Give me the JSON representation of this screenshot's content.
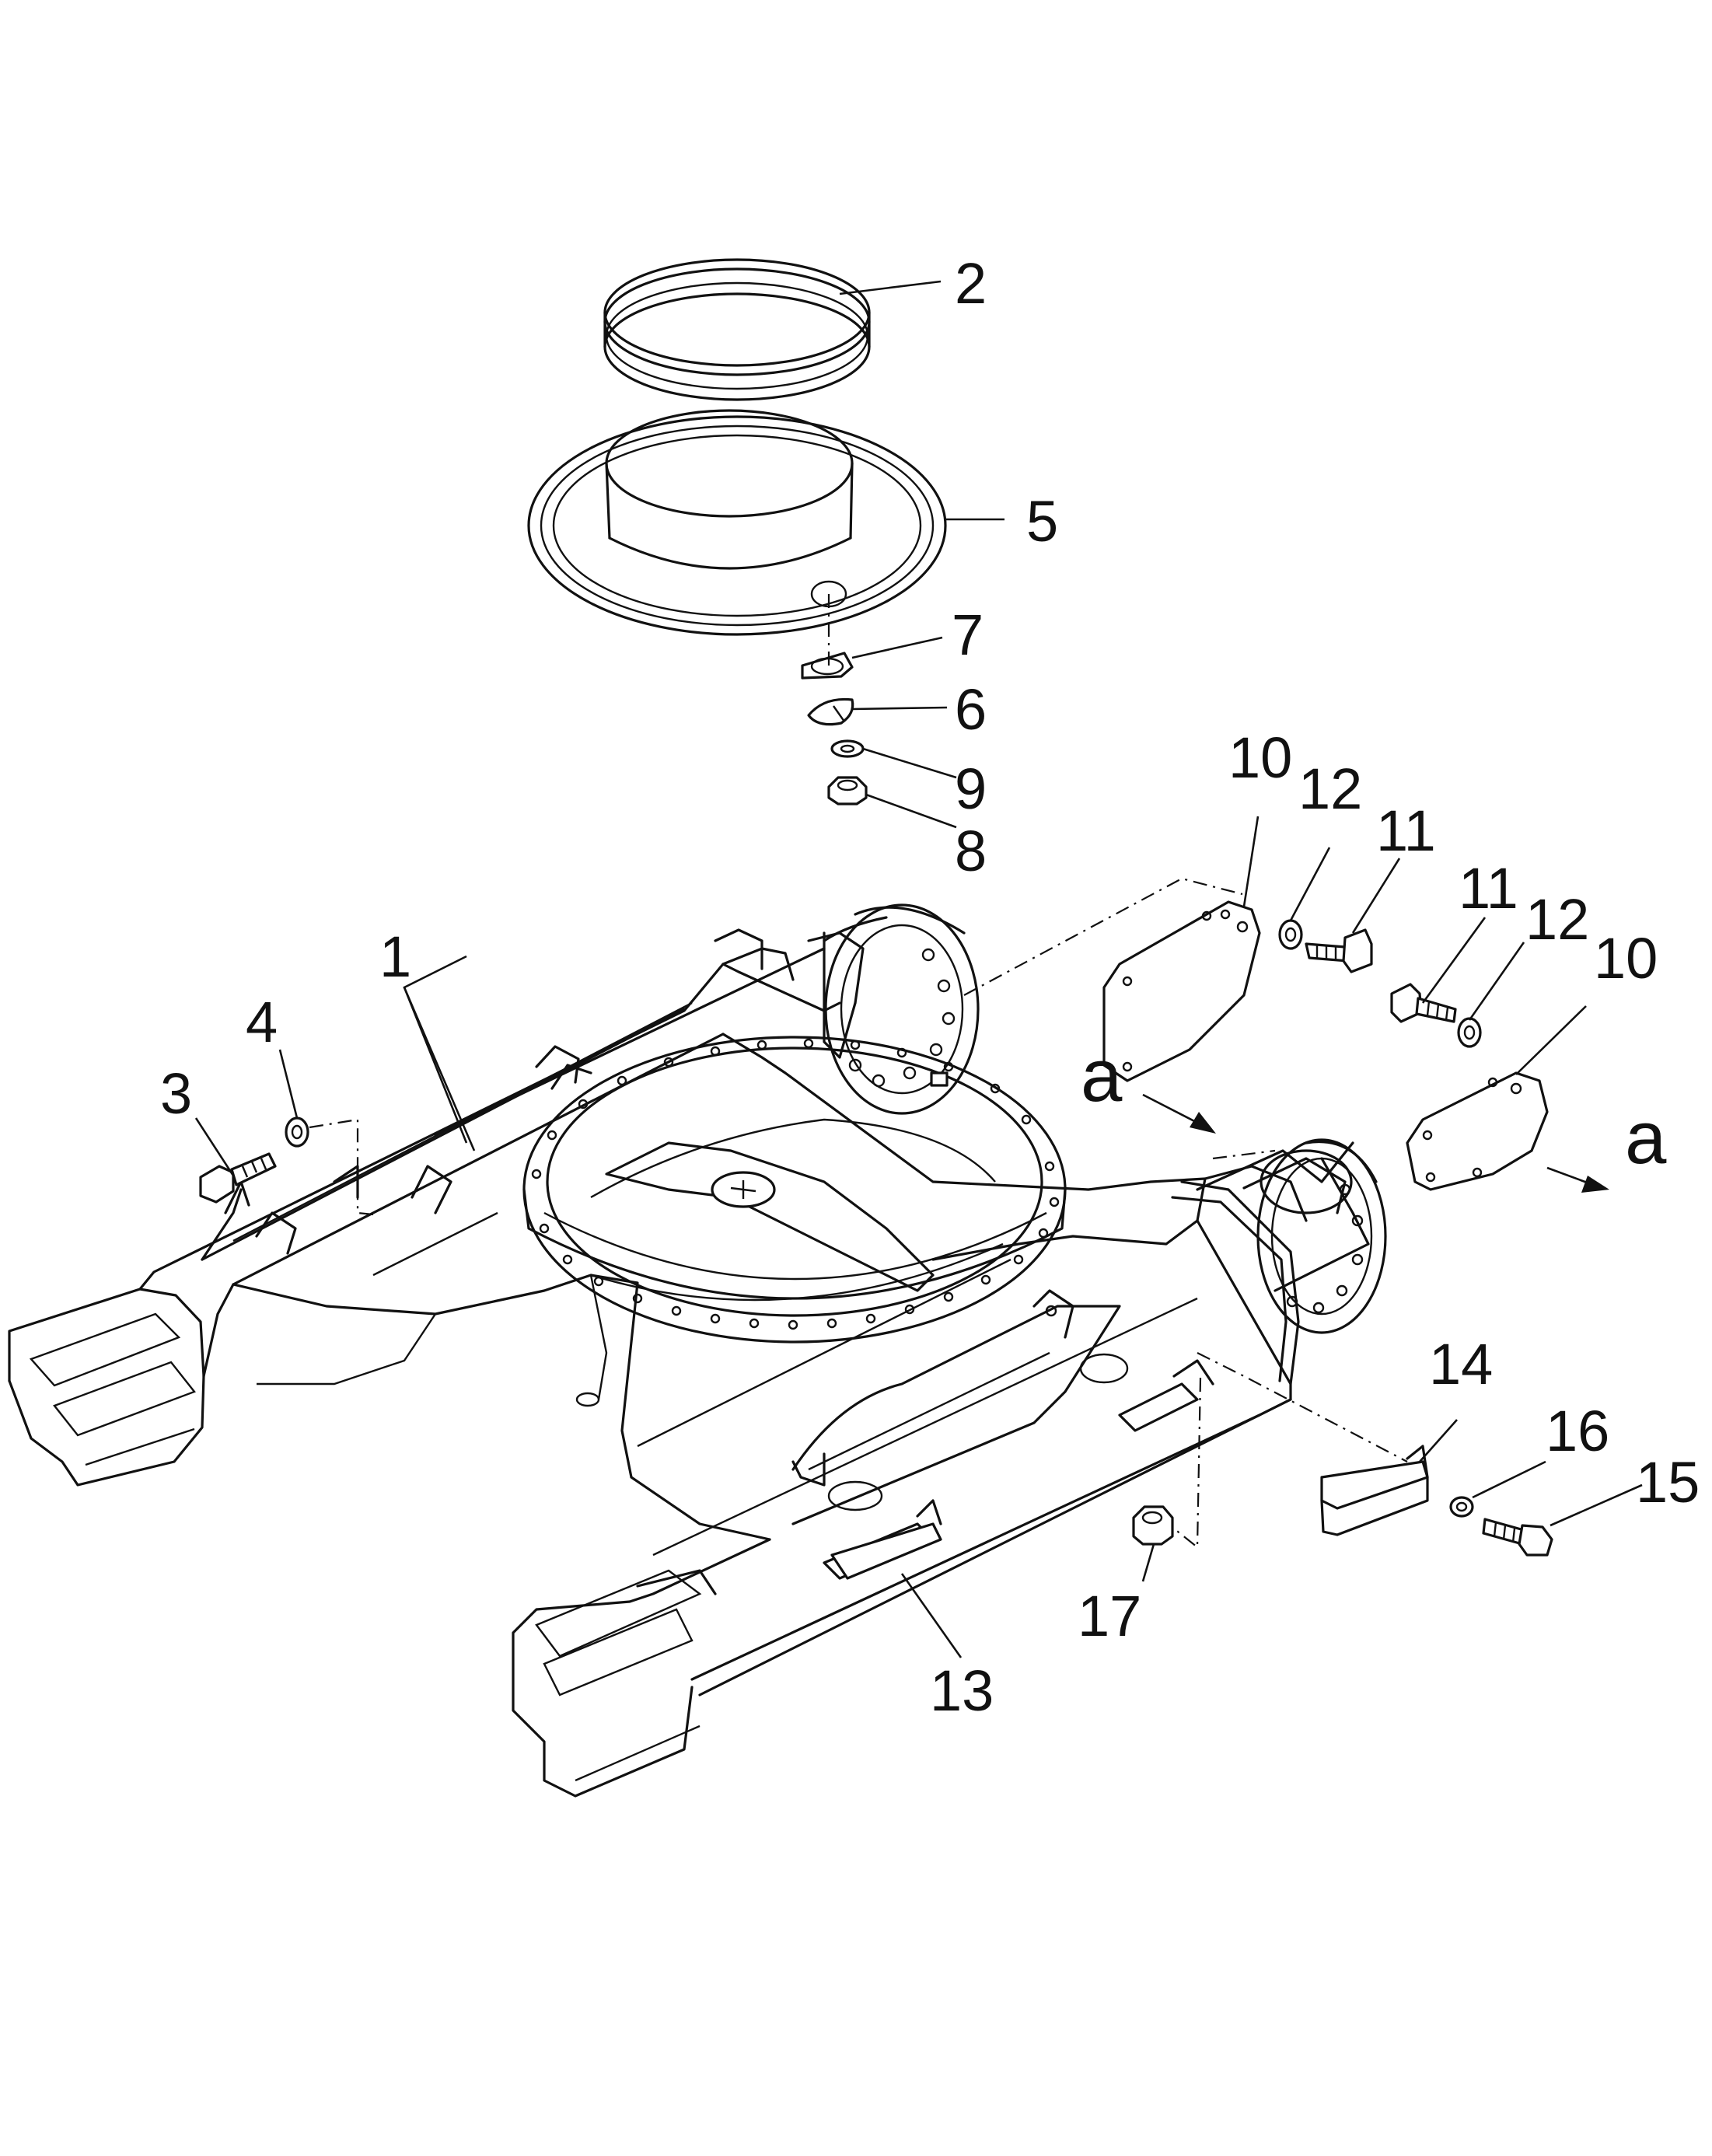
{
  "callouts": {
    "c1": "1",
    "c2": "2",
    "c3": "3",
    "c4": "4",
    "c5": "5",
    "c6": "6",
    "c7": "7",
    "c8": "8",
    "c9": "9",
    "c10a": "10",
    "c10b": "10",
    "c11a": "11",
    "c11b": "11",
    "c12a": "12",
    "c12b": "12",
    "c13": "13",
    "c14": "14",
    "c15": "15",
    "c16": "16",
    "c17": "17"
  },
  "view_marks": {
    "a_left": "a",
    "a_right": "a"
  }
}
